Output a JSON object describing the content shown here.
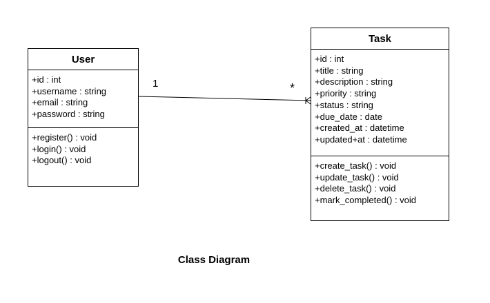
{
  "user": {
    "name": "User",
    "attributes": [
      "+id : int",
      "+username : string",
      "+email : string",
      "+password : string"
    ],
    "methods": [
      "+register() : void",
      "+login() : void",
      "+logout() : void"
    ]
  },
  "task": {
    "name": "Task",
    "attributes": [
      "+id : int",
      "+title : string",
      "+description : string",
      "+priority : string",
      "+status : string",
      "+due_date : date",
      "+created_at : datetime",
      "+updated+at : datetime"
    ],
    "methods": [
      "+create_task() : void",
      "+update_task() : void",
      "+delete_task() : void",
      "+mark_completed() : void"
    ]
  },
  "association": {
    "user_multiplicity": "1",
    "task_multiplicity": "*"
  },
  "caption": "Class Diagram"
}
